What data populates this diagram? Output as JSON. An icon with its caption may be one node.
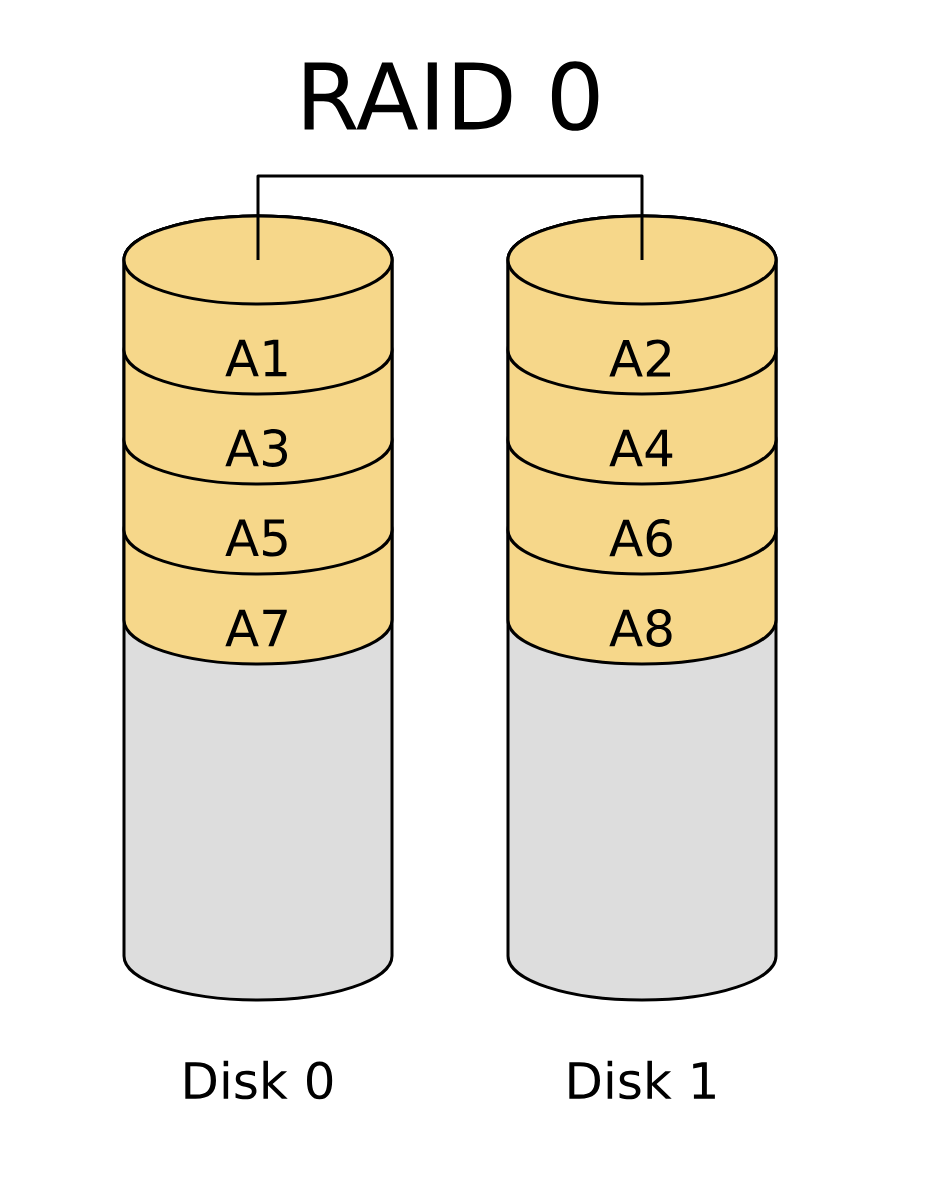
{
  "diagram": {
    "nodes": [
      {
        "text": [
          "RAID 0"
        ]
      },
      {
        "text": [
          "Disk 0"
        ]
      },
      {
        "text": [
          "A1"
        ],
        "in": 1
      },
      {
        "text": [
          "A3"
        ],
        "in": 1
      },
      {
        "text": [
          "A5"
        ],
        "in": 1
      },
      {
        "text": [
          "A7"
        ],
        "in": 1
      },
      {
        "text": [
          "Disk 1"
        ]
      },
      {
        "text": [
          "A2"
        ],
        "in": 6
      },
      {
        "text": [
          "A4"
        ],
        "in": 6
      },
      {
        "text": [
          "A6"
        ],
        "in": 6
      },
      {
        "text": [
          "A8"
        ],
        "in": 6
      }
    ],
    "edges": [
      {
        "from": 0,
        "to": 1,
        "arrow": "none"
      },
      {
        "from": 0,
        "to": 6,
        "arrow": "none"
      }
    ]
  }
}
